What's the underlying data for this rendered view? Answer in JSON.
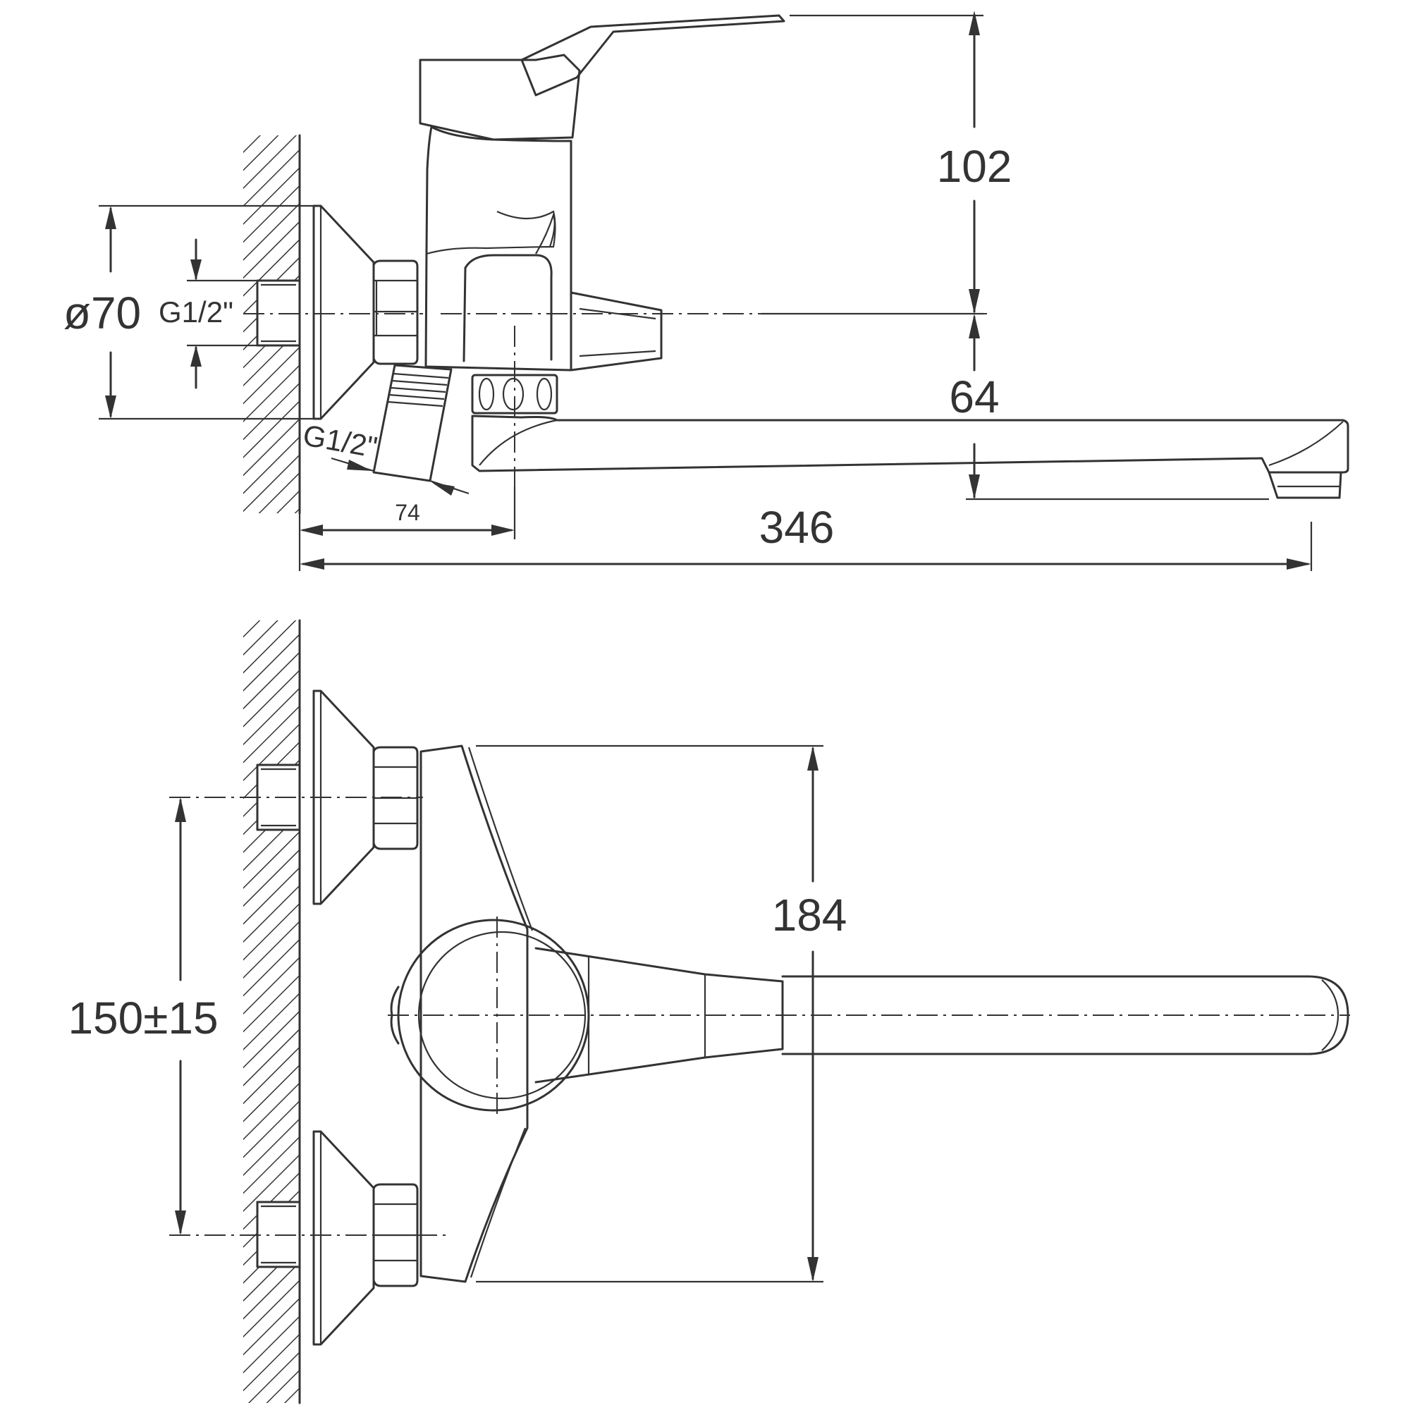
{
  "dimensions": {
    "top_view": {
      "height_lever": "102",
      "spout_height": "64",
      "flange_diameter": "ø70",
      "inlet_thread": "G1/2\"",
      "eccentric_thread": "G1/2\"",
      "wall_to_body": "74",
      "spout_reach": "346"
    },
    "front_view": {
      "body_height": "184",
      "inlet_spacing": "150±15"
    }
  },
  "colors": {
    "line": "#333333",
    "background": "#ffffff"
  }
}
